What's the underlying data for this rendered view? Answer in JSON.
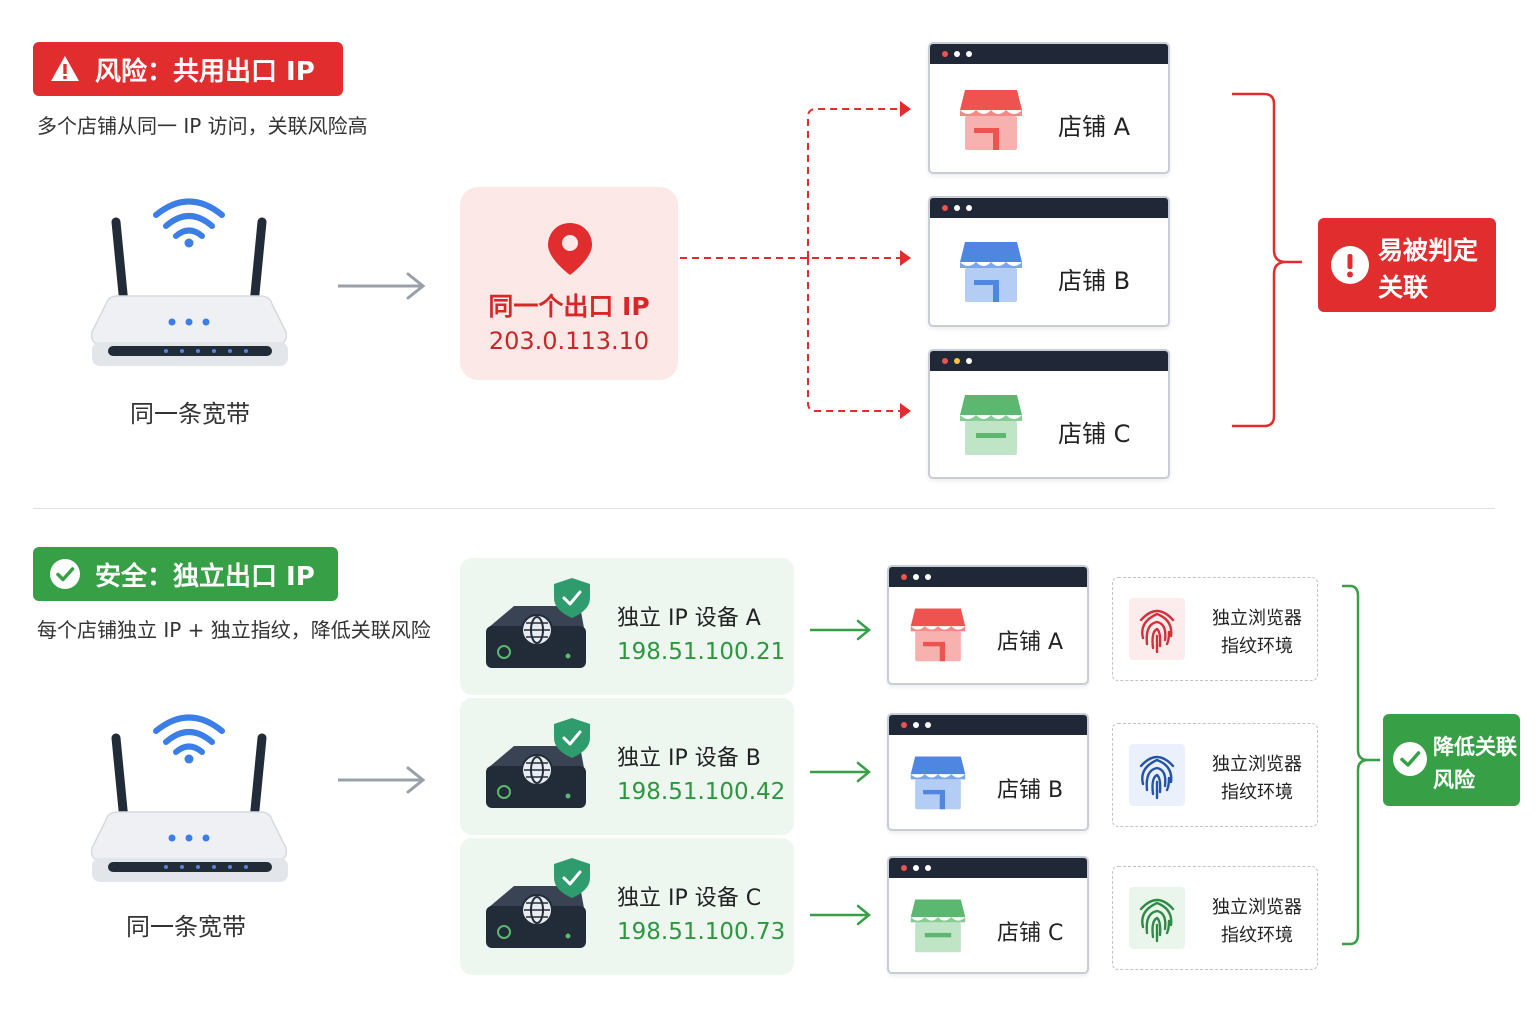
{
  "risk": {
    "badge": "风险：共用出口 IP",
    "subtitle": "多个店铺从同一 IP 访问，关联风险高",
    "router_label": "同一条宽带",
    "shared_ip_title": "同一个出口 IP",
    "shared_ip": "203.0.113.10",
    "stores": [
      "店铺 A",
      "店铺 B",
      "店铺 C"
    ],
    "result": [
      "易被判定",
      "关联"
    ]
  },
  "safe": {
    "badge": "安全：独立出口 IP",
    "subtitle": "每个店铺独立 IP + 独立指纹，降低关联风险",
    "router_label": "同一条宽带",
    "devices": [
      {
        "name": "独立 IP 设备 A",
        "ip": "198.51.100.21"
      },
      {
        "name": "独立 IP 设备 B",
        "ip": "198.51.100.42"
      },
      {
        "name": "独立 IP 设备 C",
        "ip": "198.51.100.73"
      }
    ],
    "stores": [
      "店铺 A",
      "店铺 B",
      "店铺 C"
    ],
    "fingerprint": {
      "line1": "独立浏览器",
      "line2": "指纹环境"
    },
    "result": [
      "降低关联",
      "风险"
    ]
  },
  "colors": {
    "red": "#e12d2d",
    "green": "#37a047",
    "store_red": "#ef5350",
    "store_blue": "#4f86e0",
    "store_green": "#5cb870",
    "dark": "#202838"
  },
  "icons": [
    "warning-icon",
    "check-circle-icon",
    "router-icon",
    "wifi-icon",
    "location-pin-icon",
    "store-icon",
    "exclamation-circle-icon",
    "shield-check-icon",
    "network-device-icon",
    "fingerprint-icon",
    "arrow-right-icon"
  ]
}
